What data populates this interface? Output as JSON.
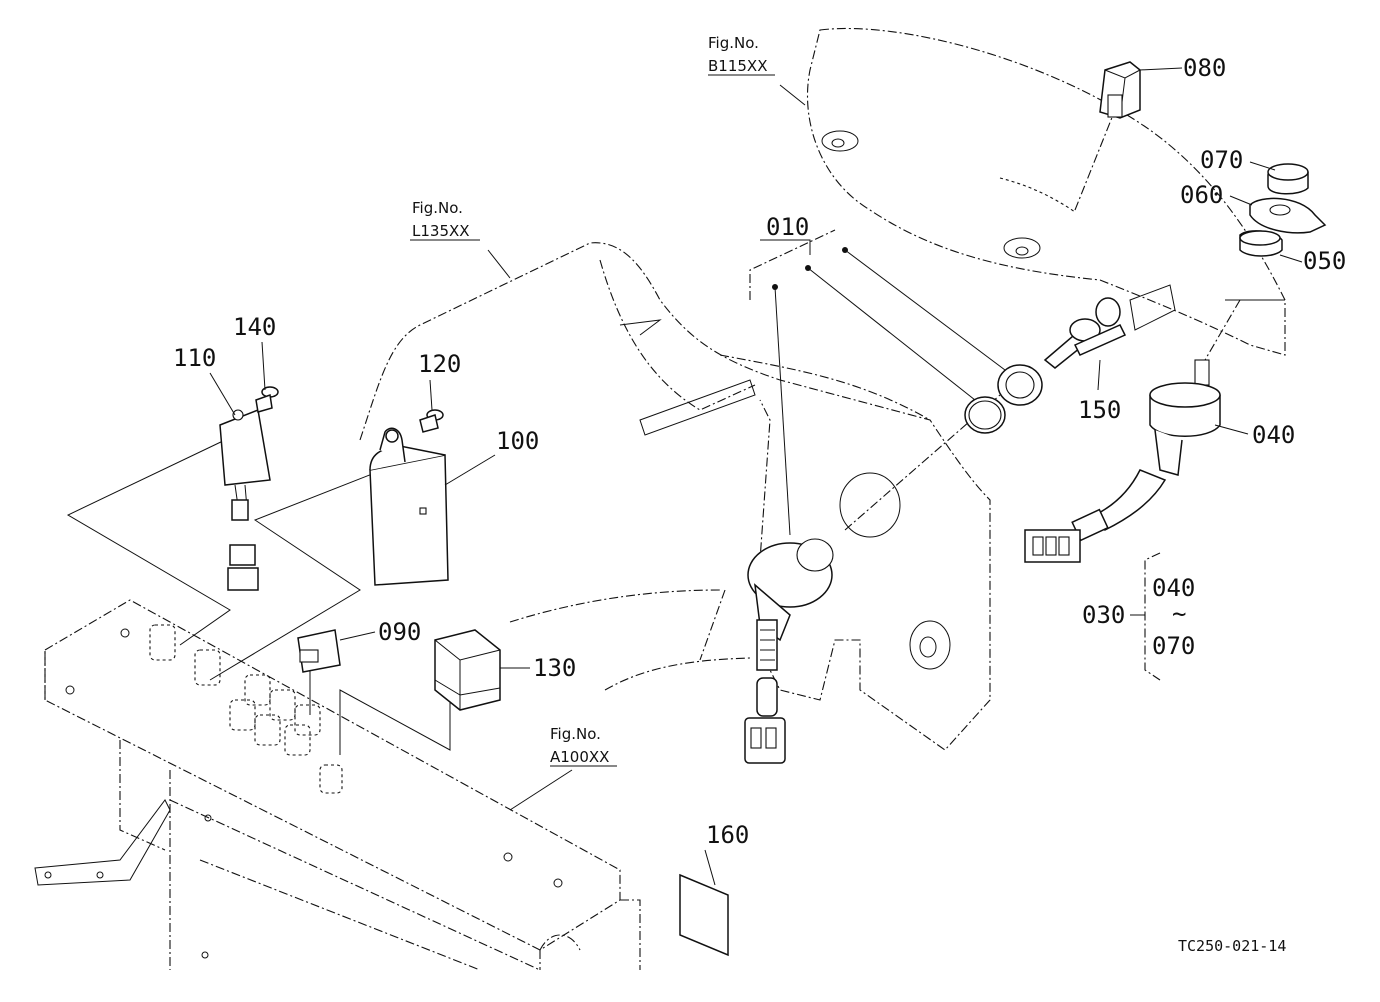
{
  "callouts": {
    "p010": "010",
    "p030": "030",
    "p040": "040",
    "p040_range": "040",
    "p050": "050",
    "p060": "060",
    "p070": "070",
    "p070_range": "070",
    "p080": "080",
    "p090": "090",
    "p100": "100",
    "p110": "110",
    "p120": "120",
    "p130": "130",
    "p140": "140",
    "p150": "150",
    "p160": "160",
    "range_tilde": "~"
  },
  "figure_refs": {
    "b115": {
      "line1": "Fig.No.",
      "line2": "B115XX"
    },
    "l135": {
      "line1": "Fig.No.",
      "line2": "L135XX"
    },
    "a100": {
      "line1": "Fig.No.",
      "line2": "A100XX"
    }
  },
  "drawing_code": "TC250-021-14"
}
